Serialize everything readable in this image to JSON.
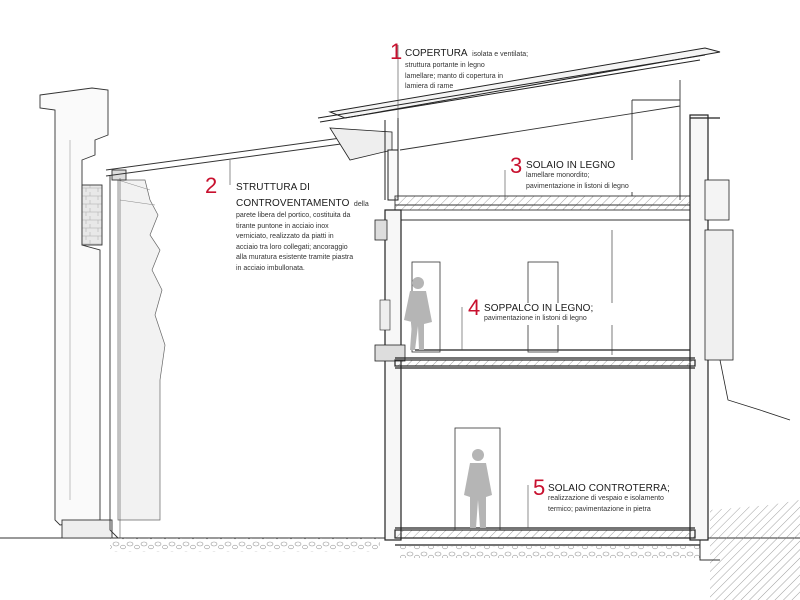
{
  "annotations": [
    {
      "number": "1",
      "title": "COPERTURA",
      "inline_desc": "isolata e ventilata;",
      "desc_lines": [
        "struttura portante in legno",
        "lamellare; manto di copertura in",
        "lamiera di rame"
      ]
    },
    {
      "number": "2",
      "title_lines": [
        "STRUTTURA DI",
        "CONTROVENTAMENTO"
      ],
      "inline_desc": "della",
      "desc_lines": [
        "parete libera del portico, costituita da",
        "tirante puntone in acciaio inox",
        "verniciato, realizzato da piatti in",
        "acciaio tra loro collegati; ancoraggio",
        "alla muratura esistente tramite piastra",
        "in acciaio imbullonata."
      ]
    },
    {
      "number": "3",
      "title": "SOLAIO IN LEGNO",
      "desc_lines": [
        "lamellare monordito;",
        "pavimentazione in listoni di legno"
      ]
    },
    {
      "number": "4",
      "title": "SOPPALCO IN LEGNO;",
      "desc_lines": [
        "pavimentazione in listoni di legno"
      ]
    },
    {
      "number": "5",
      "title": "SOLAIO CONTROTERRA;",
      "desc_lines": [
        "realizzazione di vespaio e isolamento",
        "termico; pavimentazione in pietra"
      ]
    }
  ],
  "colors": {
    "annotation_number": "#c8102e",
    "line": "#2a2a2a",
    "figure": "#b5b5b5",
    "hatch": "#888888"
  }
}
